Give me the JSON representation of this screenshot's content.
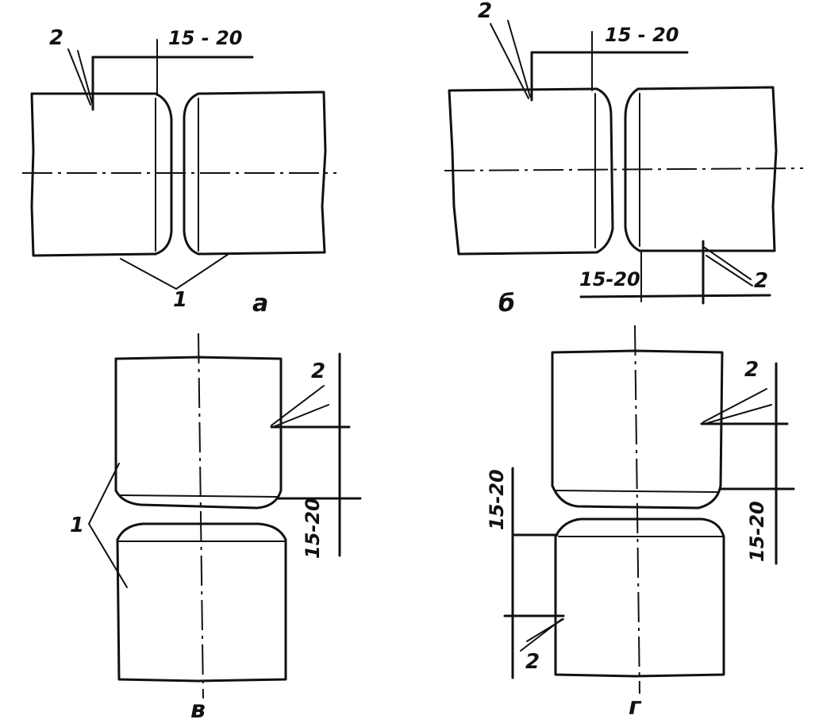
{
  "panels": {
    "a": {
      "caption": "а",
      "dimension": "15 - 20",
      "label_pin": "2",
      "label_seam": "1"
    },
    "b": {
      "caption": "б",
      "dimension_top": "15 - 20",
      "dimension_bottom": "15-20",
      "label_pin_top": "2",
      "label_pin_bottom": "2"
    },
    "v": {
      "caption": "в",
      "dimension": "15-20",
      "label_pin": "2",
      "label_seam": "1"
    },
    "g": {
      "caption": "г",
      "dimension_left": "15-20",
      "dimension_right": "15-20",
      "label_pin_top": "2",
      "label_pin_bottom": "2"
    }
  }
}
